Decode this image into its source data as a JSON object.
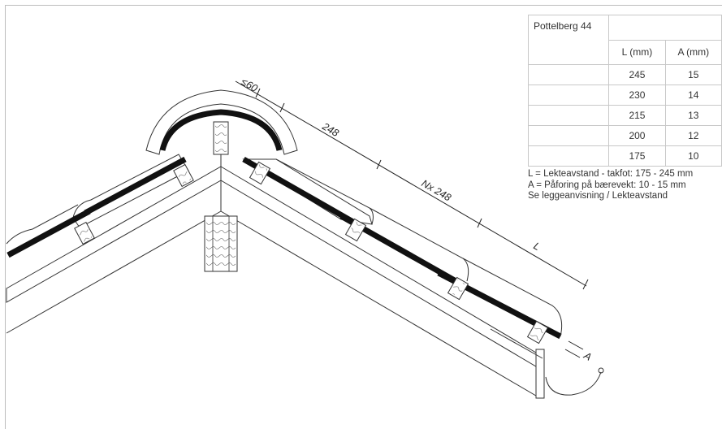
{
  "table": {
    "model": "Pottelberg 44",
    "headers": [
      "L (mm)",
      "A (mm)"
    ],
    "rows": [
      [
        "245",
        "15"
      ],
      [
        "230",
        "14"
      ],
      [
        "215",
        "13"
      ],
      [
        "200",
        "12"
      ],
      [
        "175",
        "10"
      ]
    ]
  },
  "notes": [
    "L = Lekteavstand - takfot: 175 - 245 mm",
    "A = Påforing på bærevekt: 10 - 15 mm",
    "Se leggeanvisning / Lekteavstand"
  ],
  "dimensions": {
    "ridge_offset": "≤60",
    "first_span": "248",
    "repeat_span": "Nx 248",
    "eave_span": "L",
    "batten_offset": "A"
  }
}
